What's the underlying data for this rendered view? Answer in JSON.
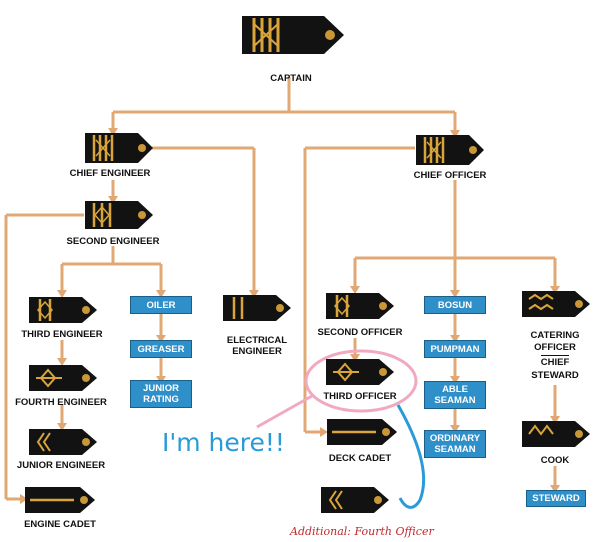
{
  "diagram": {
    "captain": "CAPTAIN",
    "chief_engineer": "CHIEF ENGINEER",
    "chief_officer": "CHIEF OFFICER",
    "second_engineer": "SECOND ENGINEER",
    "third_engineer": "THIRD ENGINEER",
    "fourth_engineer": "FOURTH ENGINEER",
    "junior_engineer": "JUNIOR ENGINEER",
    "engine_cadet": "ENGINE CADET",
    "electrical_engineer_1": "ELECTRICAL",
    "electrical_engineer_2": "ENGINEER",
    "oiler": "OILER",
    "greaser": "GREASER",
    "junior_rating_1": "JUNIOR",
    "junior_rating_2": "RATING",
    "second_officer": "SECOND OFFICER",
    "third_officer": "THIRD OFFICER",
    "deck_cadet": "DECK CADET",
    "bosun": "BOSUN",
    "pumpman": "PUMPMAN",
    "able_seaman_1": "ABLE",
    "able_seaman_2": "SEAMAN",
    "ordinary_seaman_1": "ORDINARY",
    "ordinary_seaman_2": "SEAMAN",
    "catering_officer_1": "CATERING",
    "catering_officer_2": "OFFICER",
    "chief_steward_1": "CHIEF",
    "chief_steward_2": "STEWARD",
    "cook": "COOK",
    "steward": "STEWARD"
  },
  "annotation": {
    "here": "I'm here!!",
    "additional": "Additional: Fourth Officer"
  },
  "colors": {
    "gold": "#d9a53a",
    "connector": "#e0a874",
    "box": "#2f8fc9",
    "circle": "#f1a9bf",
    "here_text": "#2a9ad8",
    "note_text": "#c0282d"
  }
}
